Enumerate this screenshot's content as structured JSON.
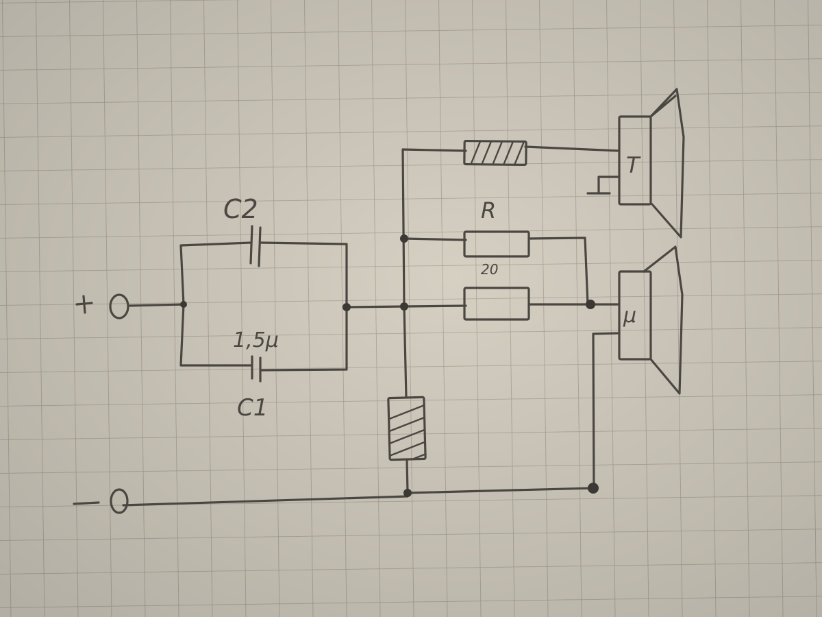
{
  "labels": {
    "c2": "C2",
    "c1_value": "1,5μ",
    "c1": "C1",
    "r": "R",
    "r_value": "20",
    "plus_terminal": "+",
    "minus_terminal": "−",
    "tweeter_mark": "T",
    "midrange_mark": "μ"
  }
}
